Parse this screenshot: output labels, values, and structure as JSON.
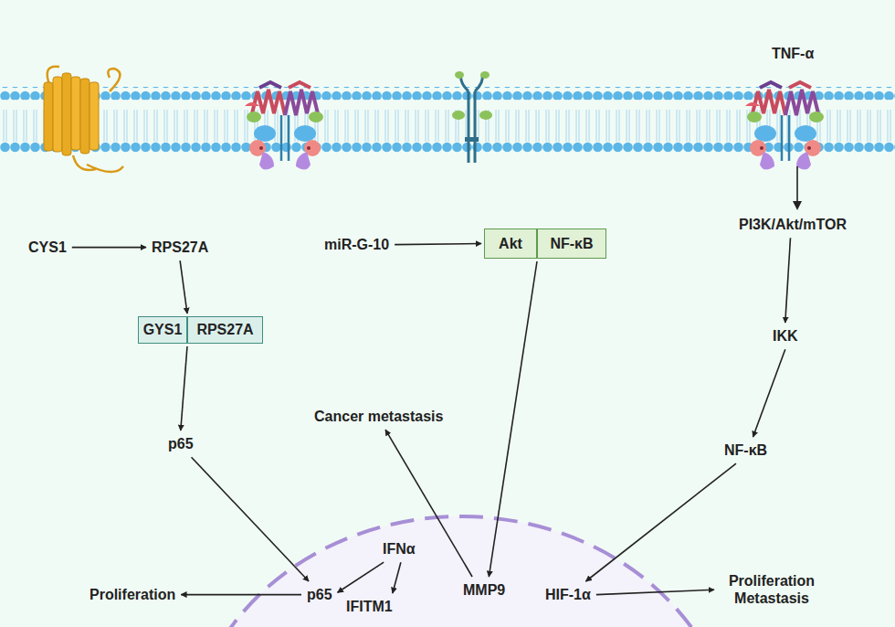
{
  "diagram": {
    "nodes": [
      {
        "text": [
          "CYS1"
        ]
      },
      {
        "text": [
          "RPS27A"
        ]
      },
      {
        "text": [
          "GYS1"
        ]
      },
      {
        "text": [
          "RPS27A"
        ]
      },
      {
        "text": [
          "p65"
        ]
      },
      {
        "text": [
          "miR-G-10"
        ]
      },
      {
        "text": [
          "Akt"
        ]
      },
      {
        "text": [
          "NF-κB"
        ]
      },
      {
        "text": [
          "PI3K/Akt/mTOR"
        ]
      },
      {
        "text": [
          "IKK"
        ]
      },
      {
        "text": [
          "NF-κB"
        ]
      },
      {
        "text": [
          "Cancer metastasis"
        ]
      },
      {
        "text": [
          "IFNα"
        ]
      },
      {
        "text": [
          "p65"
        ]
      },
      {
        "text": [
          "IFITM1"
        ]
      },
      {
        "text": [
          "MMP9"
        ]
      },
      {
        "text": [
          "HIF-1α"
        ]
      },
      {
        "text": [
          "Proliferation"
        ]
      },
      {
        "text": [
          "Proliferation Metastasis"
        ]
      }
    ],
    "edges": [
      {
        "from": 0,
        "to": 1,
        "arrow": "to"
      },
      {
        "from": 1,
        "to": 2,
        "arrow": "to"
      },
      {
        "from": 2,
        "to": 4,
        "arrow": "to"
      },
      {
        "from": 4,
        "to": 13,
        "arrow": "to"
      },
      {
        "from": 5,
        "to": 6,
        "arrow": "to"
      },
      {
        "from": 7,
        "to": 15,
        "arrow": "to"
      },
      {
        "from": 8,
        "to": 9,
        "arrow": "to"
      },
      {
        "from": 9,
        "to": 10,
        "arrow": "to"
      },
      {
        "from": 10,
        "to": 16,
        "arrow": "to"
      },
      {
        "from": 12,
        "to": 13,
        "arrow": "to"
      },
      {
        "from": 12,
        "to": 14,
        "arrow": "to"
      },
      {
        "from": 13,
        "to": 17,
        "arrow": "to"
      },
      {
        "from": 15,
        "to": 11,
        "arrow": "to"
      },
      {
        "from": 16,
        "to": 18,
        "arrow": "to"
      }
    ],
    "labels": [
      "TNF-α"
    ]
  }
}
